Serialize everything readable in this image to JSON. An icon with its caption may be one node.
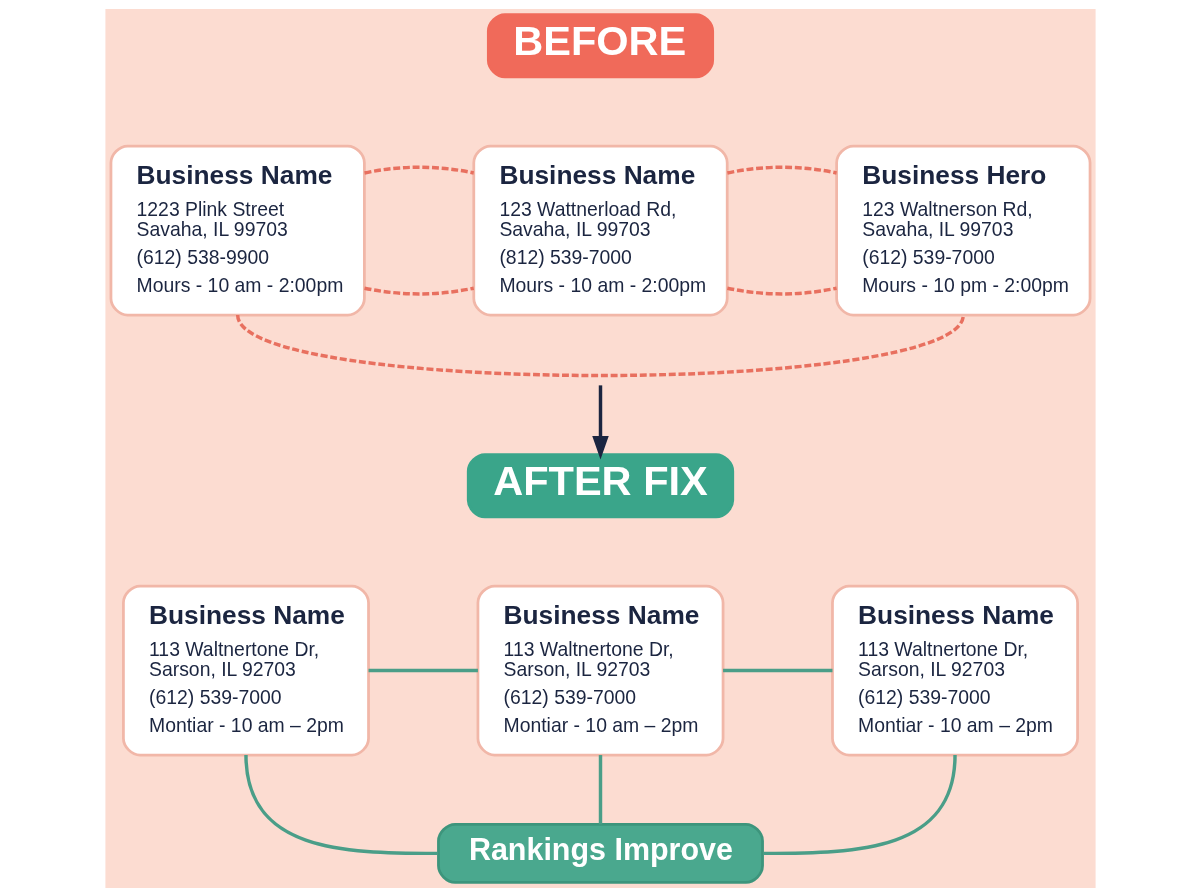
{
  "diagram": {
    "nodes": [
      {
        "text": [
          "BEFORE"
        ]
      },
      {
        "text": [
          "Business Name",
          "1223 Plink Street Savaha, IL 99703",
          "(612) 538-9900",
          "Mours - 10 am - 2:00pm"
        ]
      },
      {
        "text": [
          "Business Name",
          "123 Wattnerload Rd, Savaha, IL 99703",
          "(812) 539-7000",
          "Mours - 10 am - 2:00pm"
        ]
      },
      {
        "text": [
          "Business Hero",
          "123 Waltnerson Rd, Savaha, IL 99703",
          "(612) 539-7000",
          "Mours - 10 pm - 2:00pm"
        ]
      },
      {
        "text": [
          "AFTER FIX"
        ]
      },
      {
        "text": [
          "Business Name",
          "113 Waltnertone Dr, Sarson, IL 92703",
          "(612) 539-7000",
          "Montiar - 10 am – 2pm"
        ]
      },
      {
        "text": [
          "Business Name",
          "113 Waltnertone Dr, Sarson, IL 92703",
          "(612) 539-7000",
          "Montiar - 10 am – 2pm"
        ]
      },
      {
        "text": [
          "Business Name",
          "113 Waltnertone Dr, Sarson, IL 92703",
          "(612) 539-7000",
          "Montiar - 10 am – 2pm"
        ]
      },
      {
        "text": [
          "Rankings Improve"
        ]
      }
    ],
    "edges": [
      {
        "from": 1,
        "to": 2,
        "arrow": "none",
        "style": "dashed",
        "color": "#e8705f"
      },
      {
        "from": 1,
        "to": 2,
        "arrow": "none",
        "style": "dashed",
        "color": "#e8705f"
      },
      {
        "from": 2,
        "to": 3,
        "arrow": "none",
        "style": "dashed",
        "color": "#e8705f"
      },
      {
        "from": 2,
        "to": 3,
        "arrow": "none",
        "style": "dashed",
        "color": "#e8705f"
      },
      {
        "from": 1,
        "to": 3,
        "arrow": "none",
        "style": "dashed",
        "color": "#e8705f"
      },
      {
        "from": null,
        "to": 4,
        "arrow": "to",
        "color": "#1b2540"
      },
      {
        "from": 5,
        "to": 6,
        "arrow": "none",
        "color": "#4a9e88"
      },
      {
        "from": 6,
        "to": 7,
        "arrow": "none",
        "color": "#4a9e88"
      },
      {
        "from": 5,
        "to": 8,
        "arrow": "none",
        "color": "#4a9e88"
      },
      {
        "from": 6,
        "to": 8,
        "arrow": "none",
        "color": "#4a9e88"
      },
      {
        "from": 7,
        "to": 8,
        "arrow": "none",
        "color": "#4a9e88"
      }
    ]
  }
}
